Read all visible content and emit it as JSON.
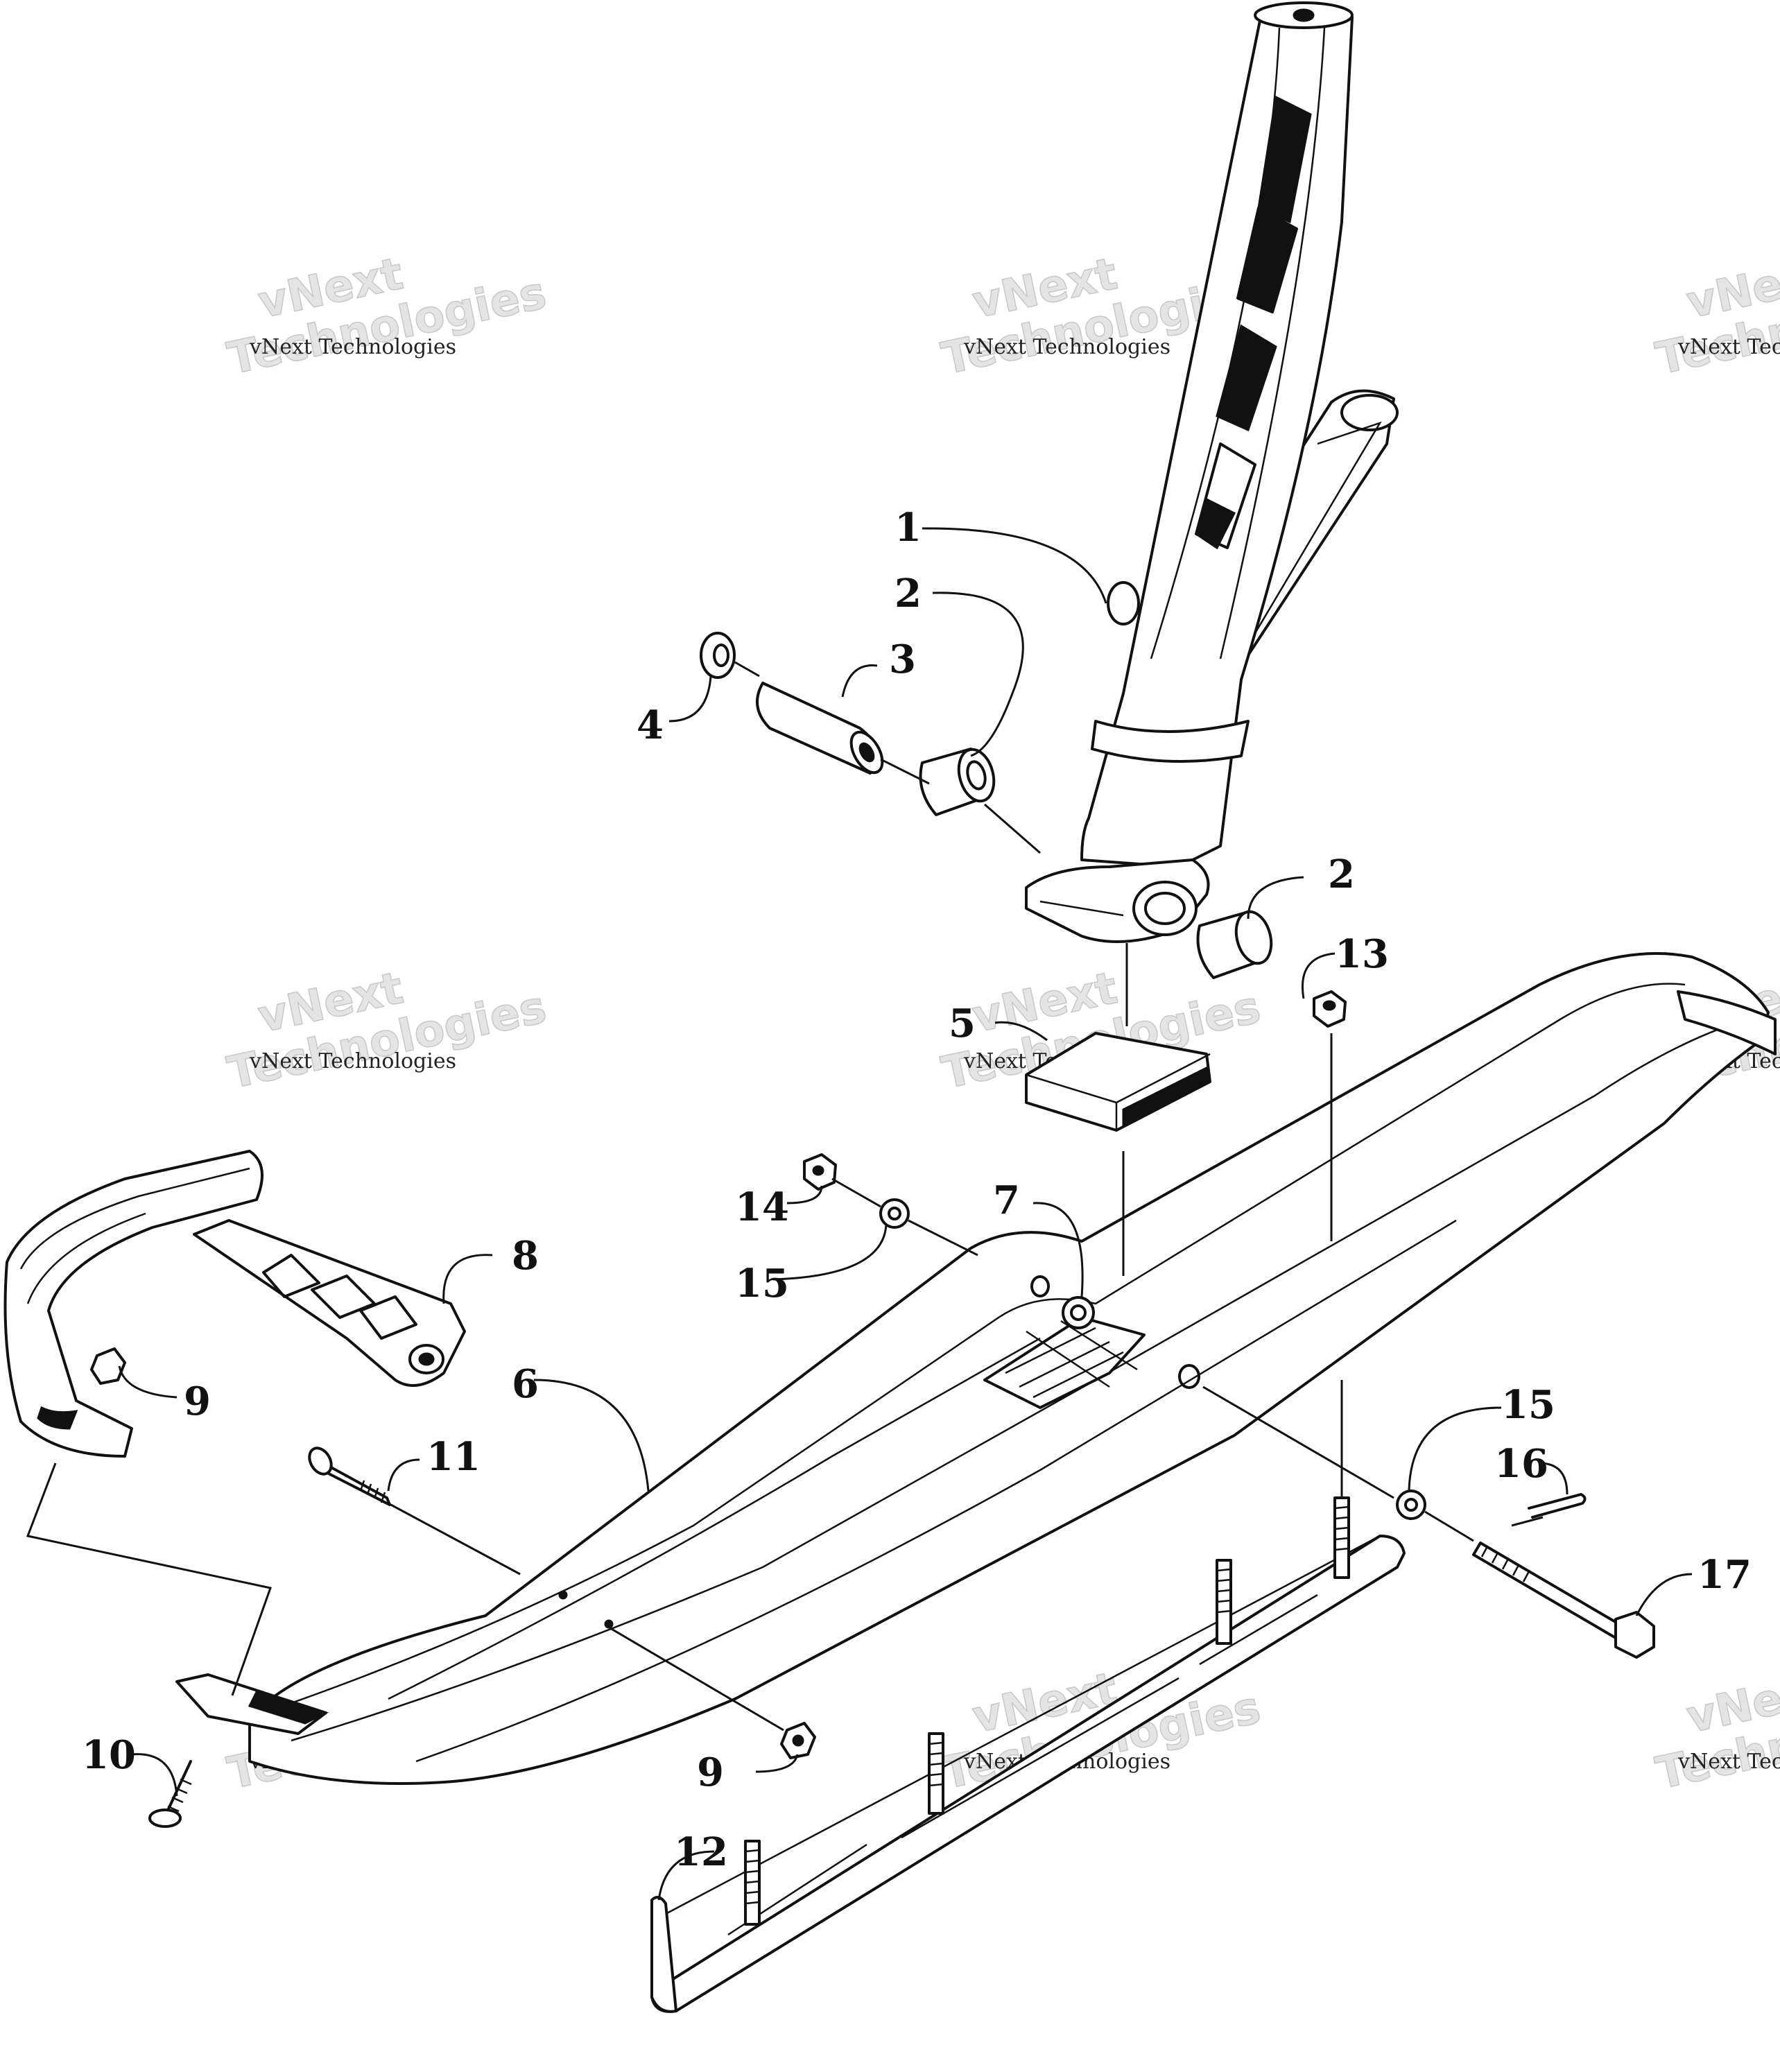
{
  "watermark": {
    "line1": "vNext Technologies",
    "line2": "vNext",
    "line3": "Technologies"
  },
  "callouts": [
    {
      "id": "c1",
      "label": "1"
    },
    {
      "id": "c2a",
      "label": "2"
    },
    {
      "id": "c2b",
      "label": "2"
    },
    {
      "id": "c3",
      "label": "3"
    },
    {
      "id": "c4",
      "label": "4"
    },
    {
      "id": "c5",
      "label": "5"
    },
    {
      "id": "c6",
      "label": "6"
    },
    {
      "id": "c7",
      "label": "7"
    },
    {
      "id": "c8",
      "label": "8"
    },
    {
      "id": "c9a",
      "label": "9"
    },
    {
      "id": "c9b",
      "label": "9"
    },
    {
      "id": "c10",
      "label": "10"
    },
    {
      "id": "c11",
      "label": "11"
    },
    {
      "id": "c12",
      "label": "12"
    },
    {
      "id": "c13",
      "label": "13"
    },
    {
      "id": "c14",
      "label": "14"
    },
    {
      "id": "c15a",
      "label": "15"
    },
    {
      "id": "c15b",
      "label": "15"
    },
    {
      "id": "c16",
      "label": "16"
    },
    {
      "id": "c17",
      "label": "17"
    }
  ]
}
